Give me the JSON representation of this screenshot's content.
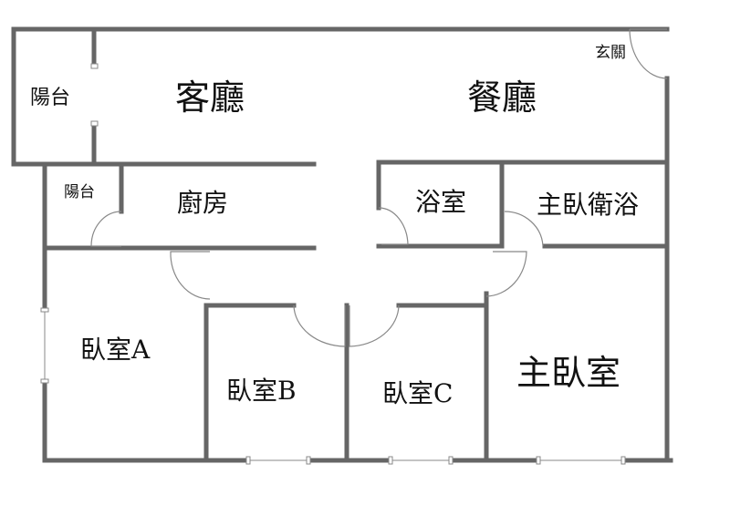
{
  "title": "Floor plan",
  "colors": {
    "wall": "#666666",
    "door": "#888888",
    "text": "#111111"
  },
  "rooms": {
    "living_room": "客廳",
    "dining_room": "餐廳",
    "balcony_1": "陽台",
    "balcony_2": "陽台",
    "entrance": "玄關",
    "kitchen": "廚房",
    "bathroom": "浴室",
    "master_bathroom": "主臥衛浴",
    "bedroom_a": "臥室A",
    "bedroom_b": "臥室B",
    "bedroom_c": "臥室C",
    "master_bedroom": "主臥室"
  }
}
